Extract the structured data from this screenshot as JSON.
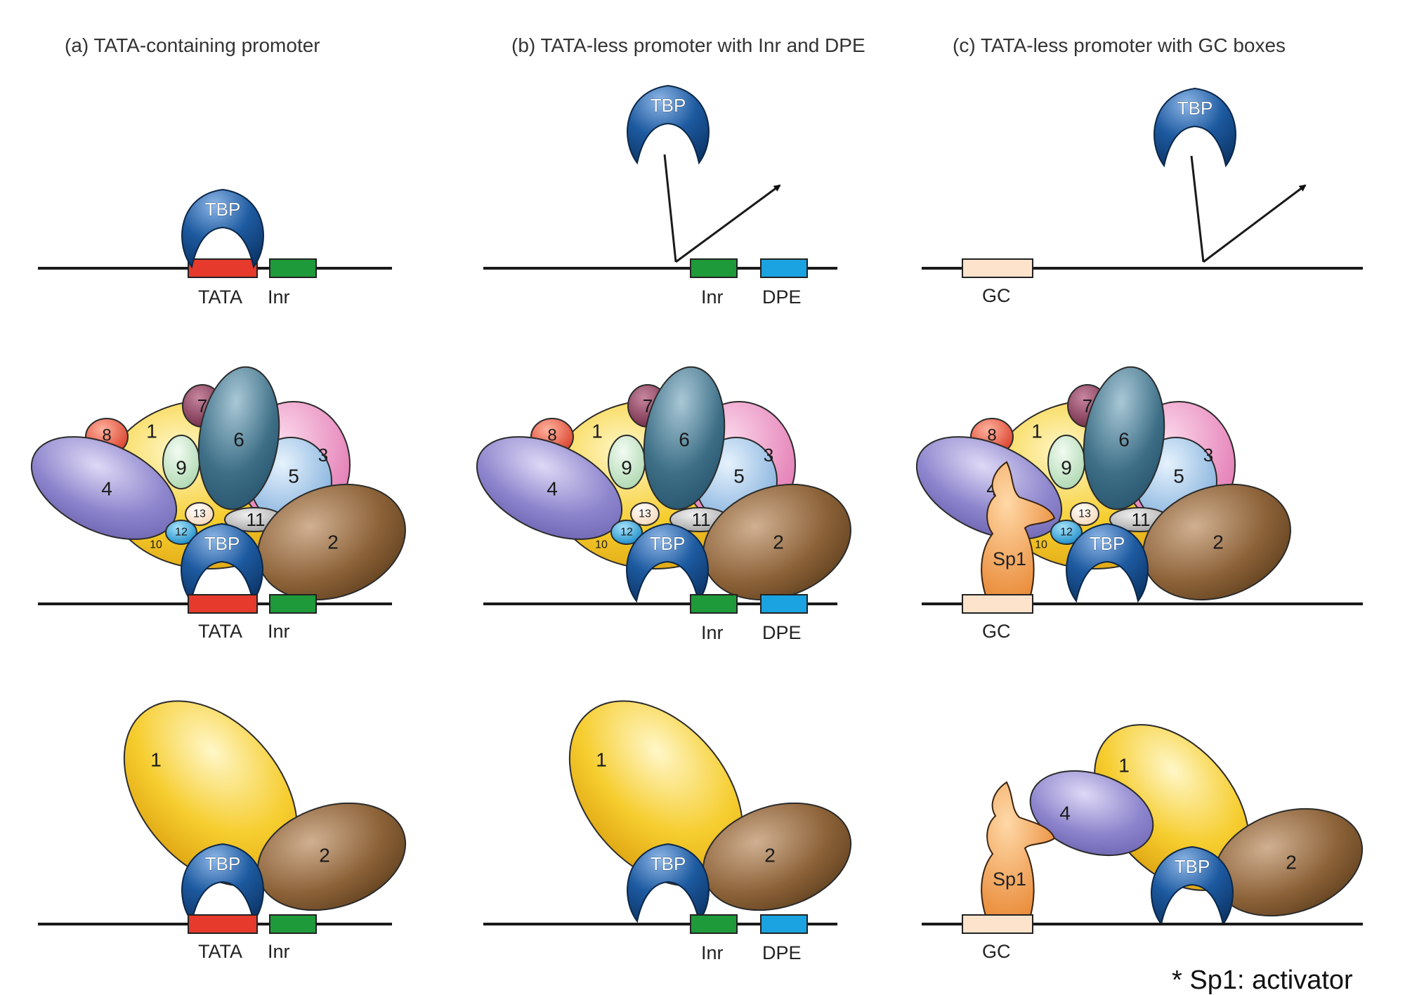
{
  "panels": [
    {
      "key": "a",
      "title": "(a) TATA-containing promoter"
    },
    {
      "key": "b",
      "title": "(b) TATA-less promoter with Inr and DPE"
    },
    {
      "key": "c",
      "title": "(c) TATA-less promoter with GC boxes"
    }
  ],
  "elements": {
    "tata": "TATA",
    "inr": "Inr",
    "dpe": "DPE",
    "gc": "GC"
  },
  "proteins": {
    "tbp": "TBP",
    "sp1": "Sp1",
    "p1": "1",
    "p2": "2",
    "p3": "3",
    "p4": "4",
    "p5": "5",
    "p6": "6",
    "p7": "7",
    "p8": "8",
    "p9": "9",
    "p10": "10",
    "p11": "11",
    "p12": "12",
    "p13": "13"
  },
  "footnote": "* Sp1: activator",
  "colors": {
    "tata": "#e53a2c",
    "inr": "#1f9a3a",
    "dpe": "#1aa3e0",
    "gc": "#fde3cc",
    "tbp": "#1d5aa0",
    "p1": "#f6cd2e",
    "p2": "#8c6238",
    "p3": "#e87bb5",
    "p4": "#8c84cc",
    "p5": "#88b8e4",
    "p6": "#3c6e86",
    "p7": "#7e2f4c",
    "p8": "#e4452f",
    "p9": "#c4e4c6",
    "p10": "#ee9a3e",
    "p11": "#b9b9b9",
    "p12": "#1ea2e0",
    "p13": "#fbe4cc",
    "sp1": "#f29a42"
  }
}
